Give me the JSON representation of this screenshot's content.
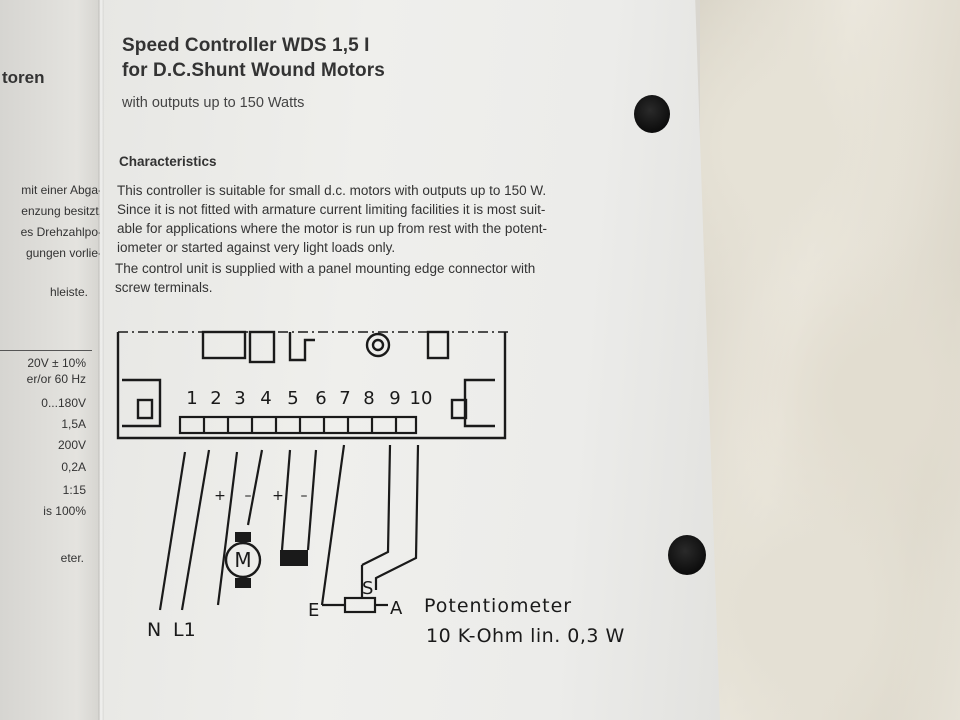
{
  "document": {
    "title_line1": "Speed Controller WDS 1,5 I",
    "title_line2": "for D.C.Shunt Wound Motors",
    "subtitle": "with outputs up to 150 Watts",
    "section_heading": "Characteristics",
    "paragraph_lines": [
      "This controller is suitable for small d.c. motors with outputs up to 150 W.",
      "Since it is not fitted with armature current limiting facilities it is most suit-",
      "able for applications where the motor is run up from rest with the potent-",
      "iometer or started against very light loads only.",
      "The control unit is supplied with a panel mounting edge connector with",
      "screw terminals."
    ]
  },
  "left_page": {
    "heading_fragment": "toren",
    "text_lines": [
      "mit einer Abga-",
      "enzung besitzt,",
      "es Drehzahlpo-",
      "gungen vorlie-"
    ],
    "footer_fragment": "hleiste.",
    "table_values": [
      "20V ± 10%",
      "er/or 60 Hz",
      "0...180V",
      "1,5A",
      "200V",
      "0,2A",
      "1:15",
      "is 100%"
    ],
    "note_fragment": "eter."
  },
  "diagram": {
    "terminal_numbers": [
      "1",
      "2",
      "3",
      "4",
      "5",
      "6",
      "7",
      "8",
      "9",
      "10"
    ],
    "motor_symbol": "M",
    "polarity": [
      "+",
      "–",
      "+",
      "–"
    ],
    "supply_labels": [
      "N",
      "L1"
    ],
    "pot_labels": {
      "e": "E",
      "s": "S",
      "a": "A"
    },
    "pot_title": "Potentiometer",
    "pot_spec": "10 K-Ohm lin. 0,3 W"
  }
}
